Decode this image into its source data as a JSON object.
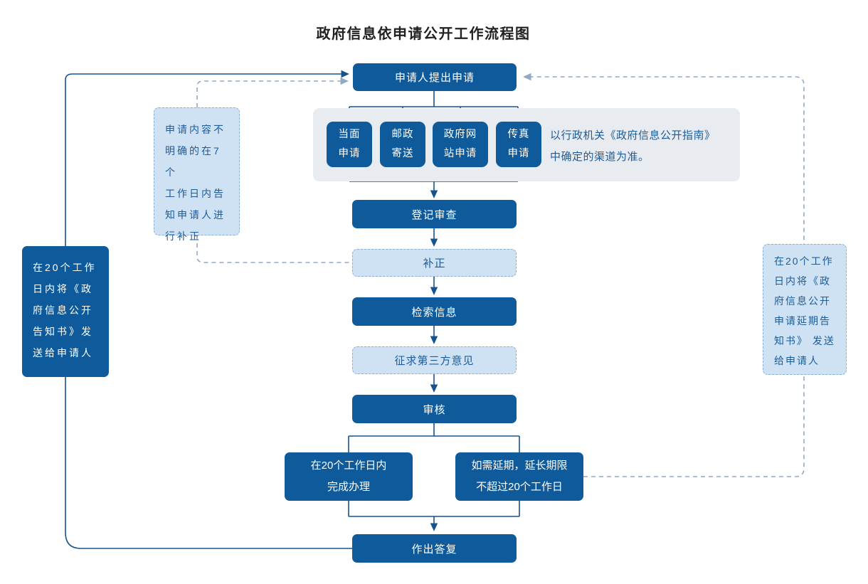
{
  "title": "政府信息依申请公开工作流程图",
  "flow": {
    "apply": "申请人提出申请",
    "register": "登记审查",
    "correction": "补正",
    "retrieve": "检索信息",
    "third_party": "征求第三方意见",
    "review": "审核",
    "complete": "在20个工作日内\n完成办理",
    "extend": "如需延期，延长期限\n不超过20个工作日",
    "reply": "作出答复"
  },
  "channels": {
    "items": [
      "当面\n申请",
      "邮政\n寄送",
      "政府网\n站申请",
      "传真\n申请"
    ],
    "note": "以行政机关《政府信息公开指南》\n中确定的渠道为准。"
  },
  "side_notes": {
    "send_notice": "在20个工作\n日内将《政\n府信息公开\n告知书》发\n送给申请人",
    "supplement": "申请内容不\n明确的在7个\n工作日内告\n知申请人进\n行补正",
    "extension_notice": "在20个工作\n日内将《政\n府信息公开\n申请延期告\n知书》 发送\n给申请人"
  },
  "colors": {
    "dark_blue": "#0e5a9a",
    "light_fill": "#cfe2f3",
    "light_border": "#8aafd2",
    "panel_gray": "#e8ebf0",
    "line_solid": "#16538e",
    "line_dashed": "#8fa9c6",
    "text_blue": "#1c5c9b",
    "text_title": "#212121"
  }
}
